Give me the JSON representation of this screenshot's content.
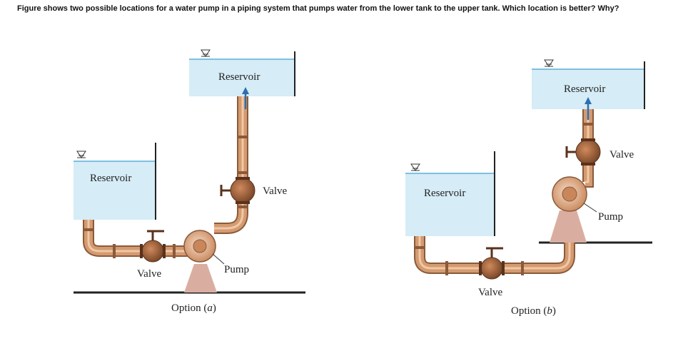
{
  "question": "Figure shows two possible locations for a water pump in a piping system that pumps water from the lower tank to the upper tank.  Which location is better?  Why?",
  "option_a": {
    "upper_reservoir": "Reservoir",
    "lower_reservoir": "Reservoir",
    "valve_upper": "Valve",
    "valve_lower": "Valve",
    "pump": "Pump",
    "caption_prefix": "Option (",
    "caption_letter": "a",
    "caption_suffix": ")"
  },
  "option_b": {
    "upper_reservoir": "Reservoir",
    "lower_reservoir": "Reservoir",
    "valve_upper": "Valve",
    "valve_lower": "Valve",
    "pump": "Pump",
    "caption_prefix": "Option (",
    "caption_letter": "b",
    "caption_suffix": ")"
  },
  "colors": {
    "water": "#d6ecf6",
    "water_line": "#5aaed8",
    "pipe": "#c8865a",
    "pipe_highlight": "#f0c8a6",
    "flange": "#8a5a3a",
    "valve_body": "#9a6040",
    "pump_base": "#d9aea0",
    "ground": "#222222",
    "arrow": "#2a6fb0"
  },
  "free_surface_icon": "triangle-free-surface-icon"
}
